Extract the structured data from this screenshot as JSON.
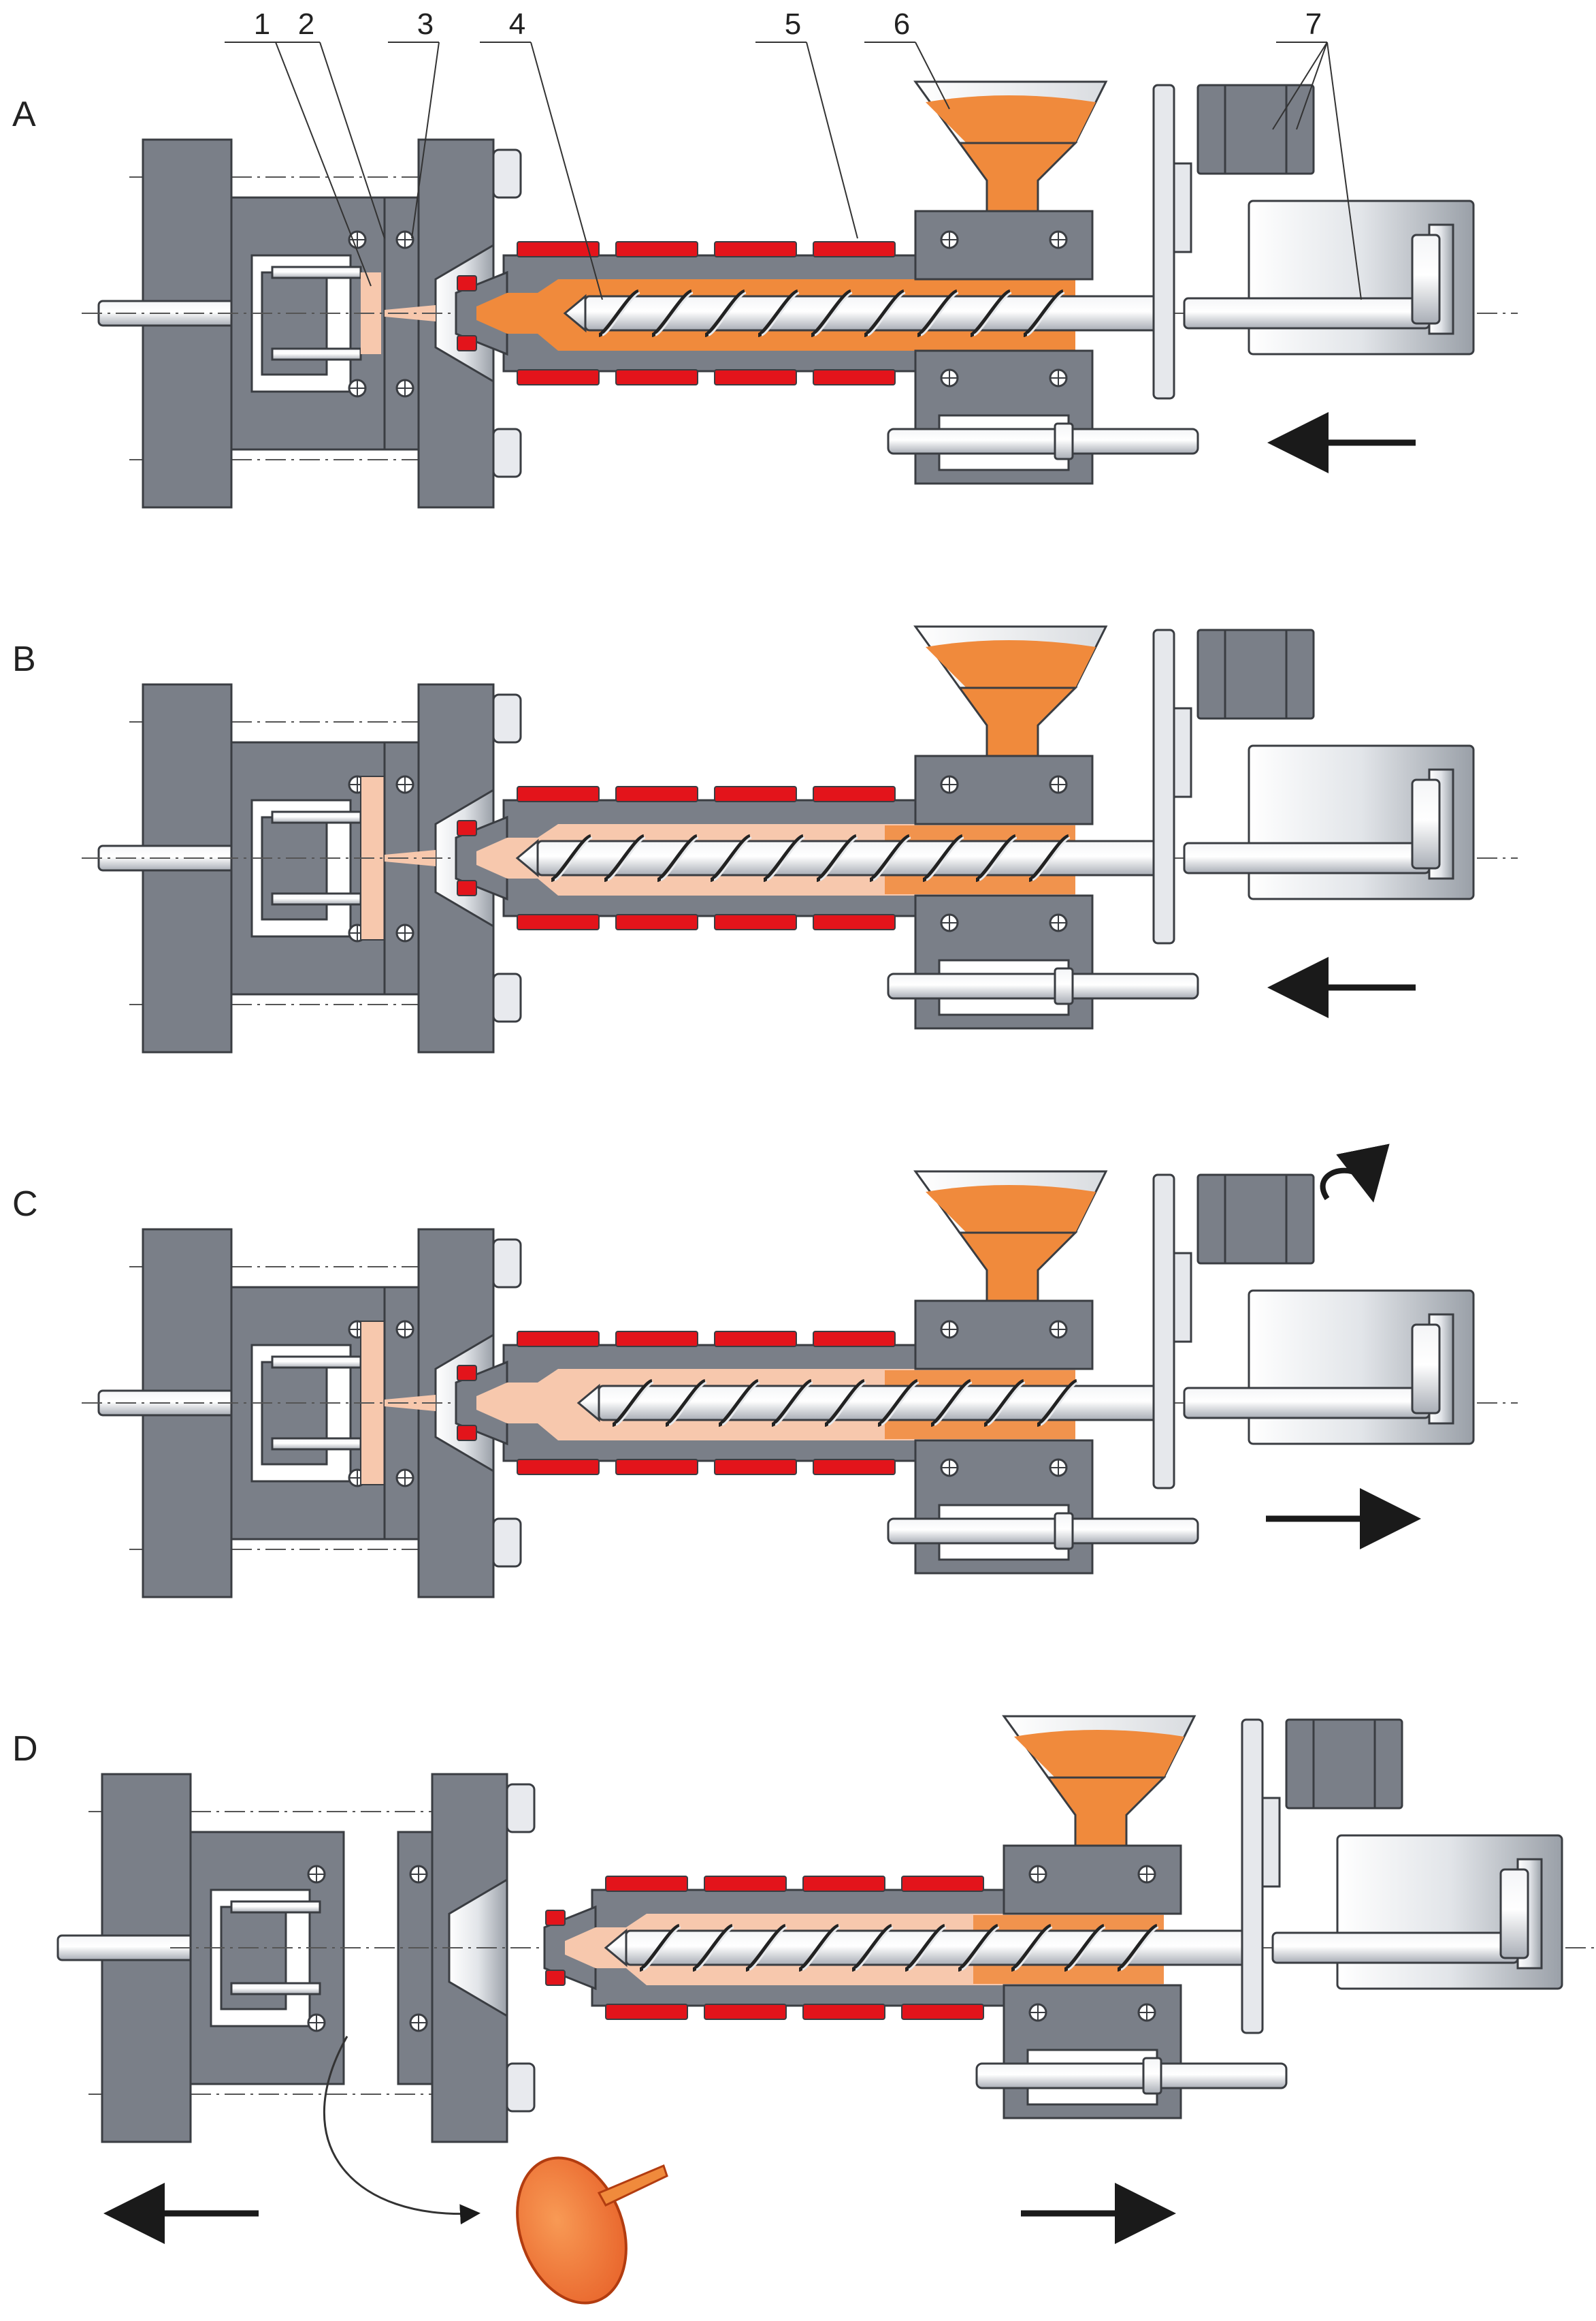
{
  "diagram": {
    "panels": [
      {
        "letter": "A",
        "stage": "inject-start",
        "direction": "left"
      },
      {
        "letter": "B",
        "stage": "inject-full",
        "direction": "left"
      },
      {
        "letter": "C",
        "stage": "plasticize",
        "direction": "right"
      },
      {
        "letter": "D",
        "stage": "eject",
        "direction": "right"
      }
    ],
    "callouts": [
      "1",
      "2",
      "3",
      "4",
      "5",
      "6",
      "7"
    ]
  },
  "colors": {
    "steel": "#7a7f88",
    "steel_dark": "#3a3d42",
    "steel_light": "#d6d9de",
    "heater": "#e3141b",
    "melt": "#f08a3c",
    "melt_light": "#f7c8ad",
    "arrow": "#1a1a1a"
  },
  "icons": {
    "direction_arrow": "arrow-icon",
    "rotation": "rotation-arrow-icon"
  }
}
